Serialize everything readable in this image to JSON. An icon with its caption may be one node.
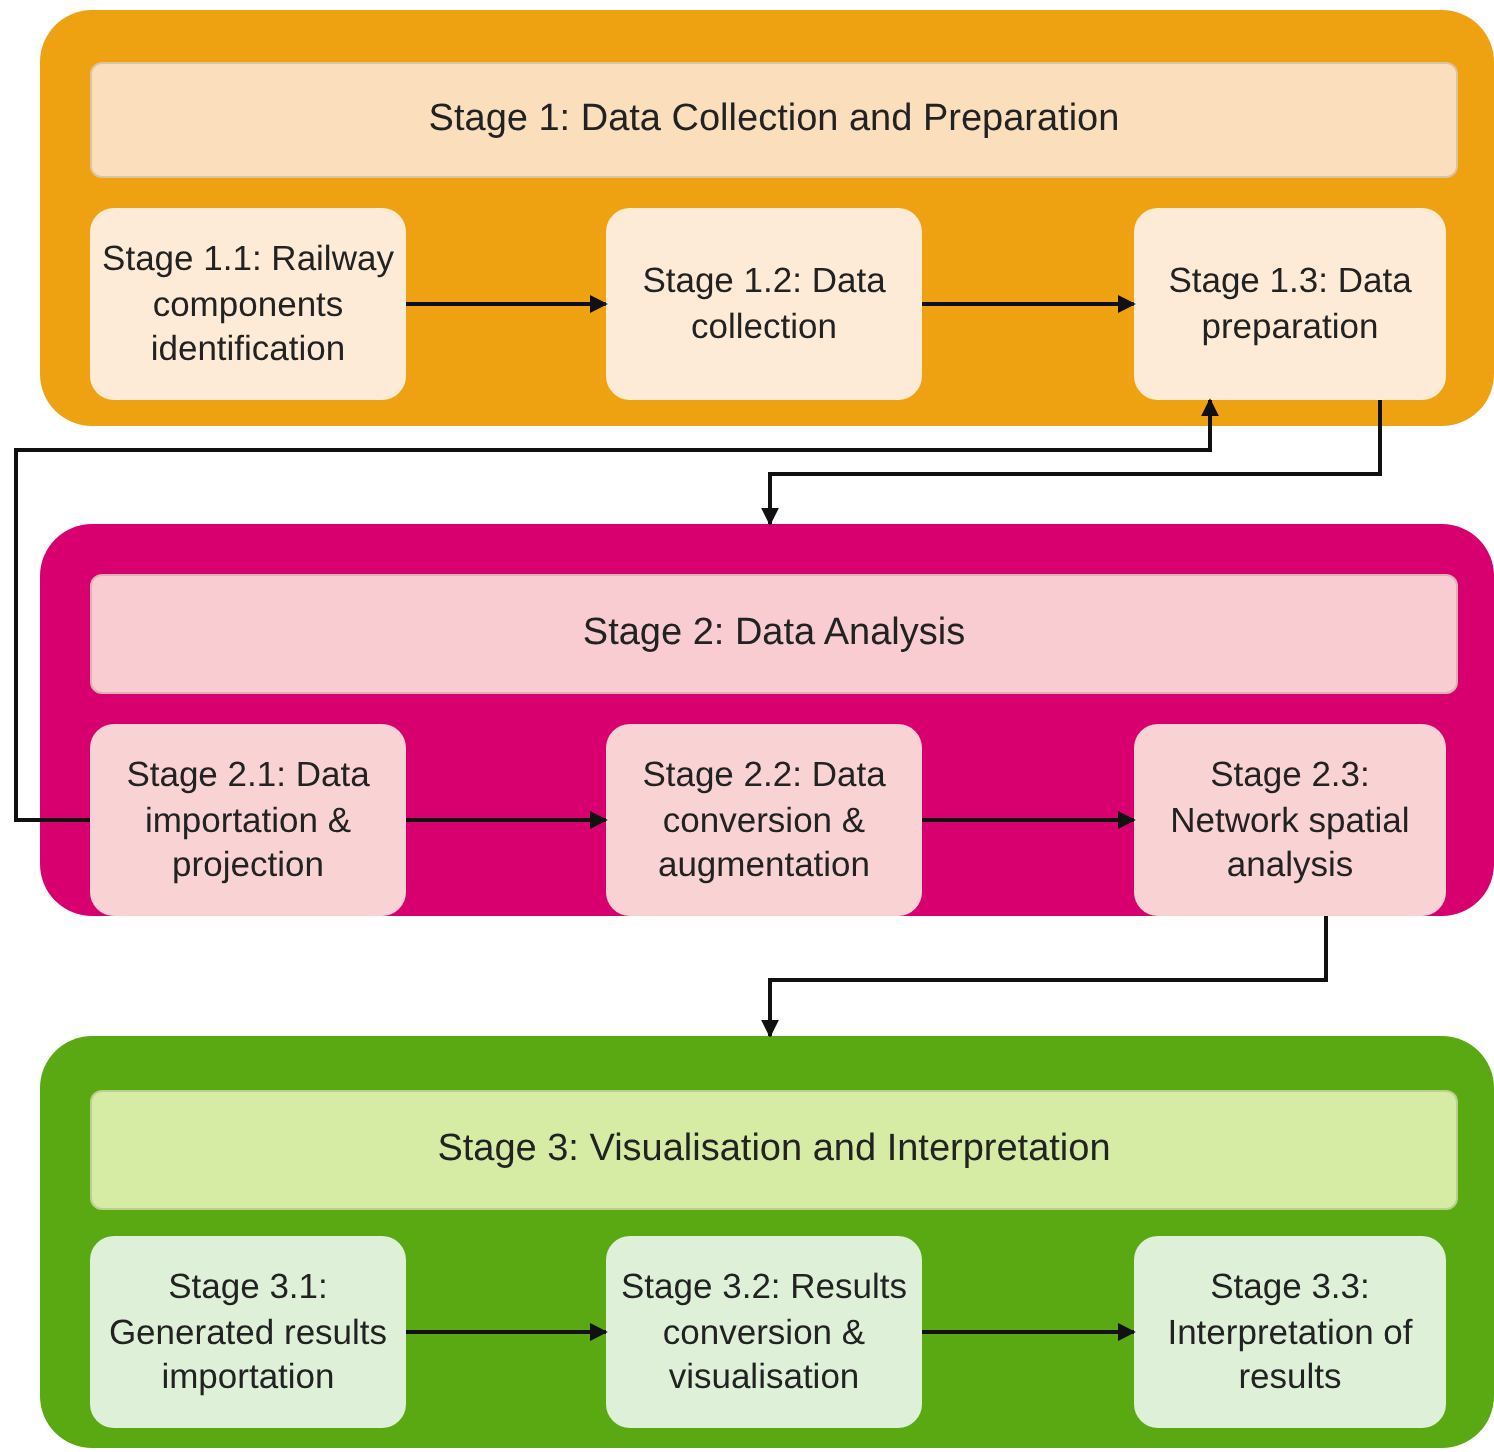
{
  "diagram": {
    "nodes": [
      {
        "text": [],
        "shape": "box"
      },
      {
        "text": [
          "Stage 1: Data Collection and Preparation"
        ],
        "in": 0
      },
      {
        "text": [
          "Stage 1.1: Railway components identification"
        ],
        "in": 0
      },
      {
        "text": [
          "Stage 1.2: Data collection"
        ],
        "in": 0
      },
      {
        "text": [
          "Stage 1.3: Data preparation"
        ],
        "in": 0
      },
      {
        "text": [],
        "shape": "box"
      },
      {
        "text": [
          "Stage 2: Data Analysis"
        ],
        "in": 5
      },
      {
        "text": [
          "Stage 2.1: Data importation & projection"
        ],
        "in": 5
      },
      {
        "text": [
          "Stage 2.2: Data conversion & augmentation"
        ],
        "in": 5
      },
      {
        "text": [
          "Stage 2.3: Network spatial analysis"
        ],
        "in": 5
      },
      {
        "text": [],
        "shape": "box"
      },
      {
        "text": [
          "Stage 3: Visualisation and Interpretation"
        ],
        "in": 10
      },
      {
        "text": [
          "Stage 3.1: Generated results importation"
        ],
        "in": 10
      },
      {
        "text": [
          "Stage 3.2: Results conversion & visualisation"
        ],
        "in": 10
      },
      {
        "text": [
          "Stage 3.3: Interpretation of results"
        ],
        "in": 10
      }
    ],
    "edges": [
      {
        "from": 2,
        "to": 3,
        "arrow": "to"
      },
      {
        "from": 3,
        "to": 4,
        "arrow": "to"
      },
      {
        "from": 4,
        "to": 5,
        "arrow": "to"
      },
      {
        "from": 7,
        "to": 4,
        "arrow": "to"
      },
      {
        "from": 7,
        "to": 8,
        "arrow": "to"
      },
      {
        "from": 8,
        "to": 9,
        "arrow": "to"
      },
      {
        "from": 9,
        "to": 10,
        "arrow": "to"
      },
      {
        "from": 12,
        "to": 13,
        "arrow": "to"
      },
      {
        "from": 13,
        "to": 14,
        "arrow": "to"
      }
    ]
  }
}
